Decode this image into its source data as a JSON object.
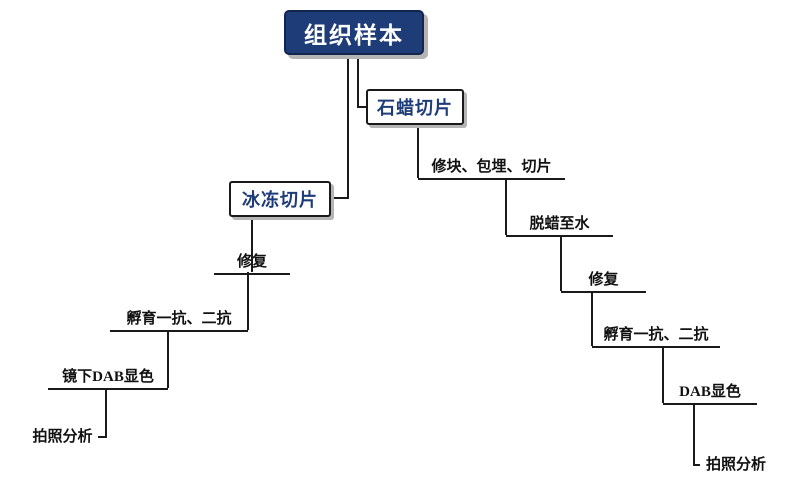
{
  "diagram": {
    "title_node": "组织样本",
    "paraffin_branch": {
      "node": "石蜡切片",
      "steps": [
        "修块、包埋、切片",
        "脱蜡至水",
        "修复",
        "孵育一抗、二抗",
        "DAB显色",
        "拍照分析"
      ]
    },
    "frozen_branch": {
      "node": "冰冻切片",
      "steps": [
        "修复",
        "孵育一抗、二抗",
        "镜下DAB显色",
        "拍照分析"
      ]
    },
    "colors": {
      "root_bg": "#1e3c78",
      "root_text": "#ffffff",
      "node_text": "#1e3c78",
      "node_border": "#1a1a1a",
      "line": "#1a1a1a",
      "shadow": "#b5b5b5",
      "background": "#ffffff"
    }
  }
}
